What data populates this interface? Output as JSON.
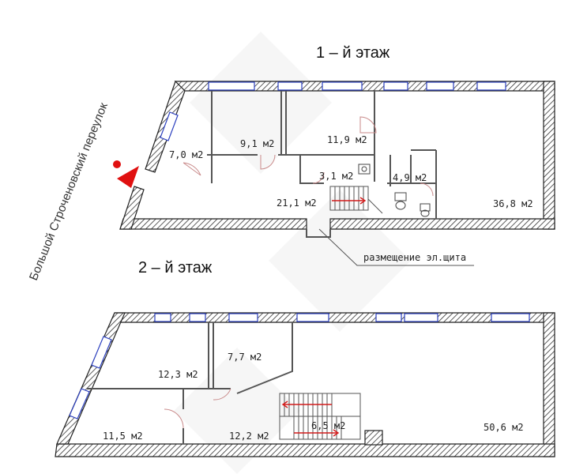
{
  "floors": {
    "first": {
      "title": "1 – й этаж",
      "rooms": [
        "7,0 м2",
        "9,1 м2",
        "11,9 м2",
        "3,1 м2",
        "4,9 м2",
        "21,1 м2",
        "36,8 м2"
      ],
      "note": "размещение эл.щита"
    },
    "second": {
      "title": "2 – й этаж",
      "rooms": [
        "12,3 м2",
        "7,7 м2",
        "11,5 м2",
        "12,2 м2",
        "6,5 м2",
        "50,6 м2"
      ]
    }
  },
  "street": "Большой Строченовский переулок",
  "colors": {
    "window": "#2b3fbf",
    "entrance": "#e01010",
    "stair_arrow": "#d21c1c",
    "door_swing": "#c98a8a"
  },
  "icons": [
    "entrance-arrow-icon",
    "toilet-icon",
    "sink-icon",
    "staircase-icon"
  ]
}
